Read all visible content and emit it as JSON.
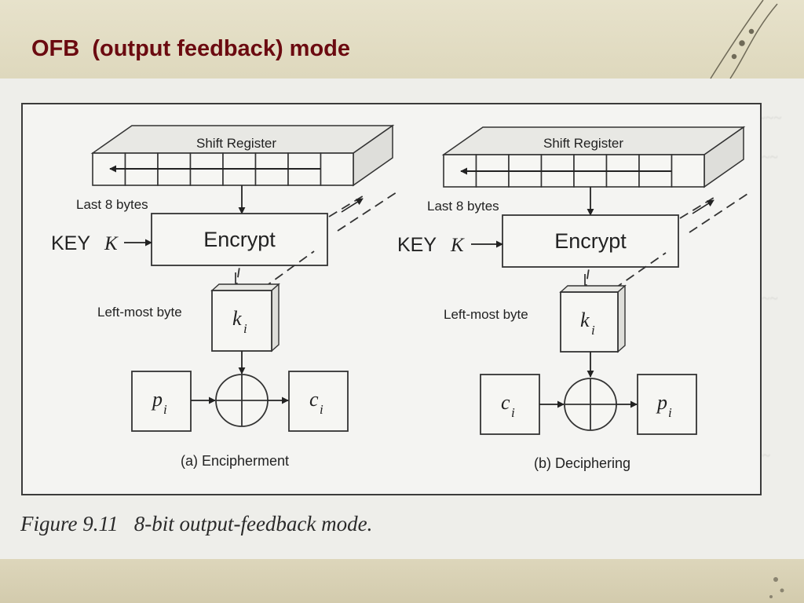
{
  "slide": {
    "title": "OFB  (output feedback) mode"
  },
  "figure": {
    "caption": "Figure 9.11   8-bit output-feedback mode.",
    "panels": [
      {
        "shift_register_label": "Shift Register",
        "last_bytes_label": "Last 8 bytes",
        "key_label": "KEY",
        "key_symbol": "K",
        "encrypt_label": "Encrypt",
        "leftmost_label": "Left-most byte",
        "keystream_symbol": "k",
        "keystream_subscript": "i",
        "input_symbol": "p",
        "input_subscript": "i",
        "output_symbol": "c",
        "output_subscript": "i",
        "caption": "(a) Encipherment"
      },
      {
        "shift_register_label": "Shift Register",
        "last_bytes_label": "Last 8 bytes",
        "key_label": "KEY",
        "key_symbol": "K",
        "encrypt_label": "Encrypt",
        "leftmost_label": "Left-most byte",
        "keystream_symbol": "k",
        "keystream_subscript": "i",
        "input_symbol": "c",
        "input_subscript": "i",
        "output_symbol": "p",
        "output_subscript": "i",
        "caption": "(b) Deciphering"
      }
    ]
  }
}
